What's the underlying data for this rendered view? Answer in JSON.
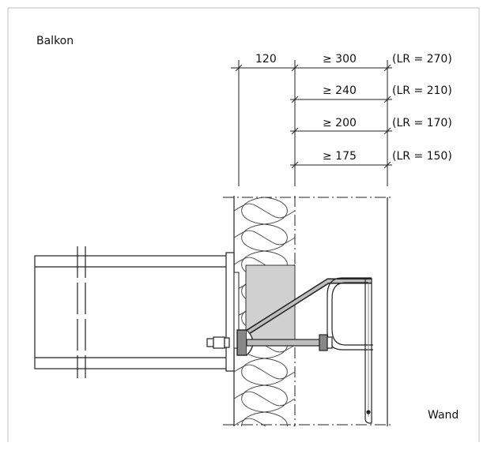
{
  "labels": {
    "left_title": "Balkon",
    "right_title": "Wand"
  },
  "dimensions": {
    "insulation": "120",
    "rows": [
      {
        "min": "≥ 300",
        "lr": "(LR = 270)"
      },
      {
        "min": "≥ 240",
        "lr": "(LR = 210)"
      },
      {
        "min": "≥ 200",
        "lr": "(LR = 170)"
      },
      {
        "min": "≥ 175",
        "lr": "(LR = 150)"
      }
    ]
  }
}
